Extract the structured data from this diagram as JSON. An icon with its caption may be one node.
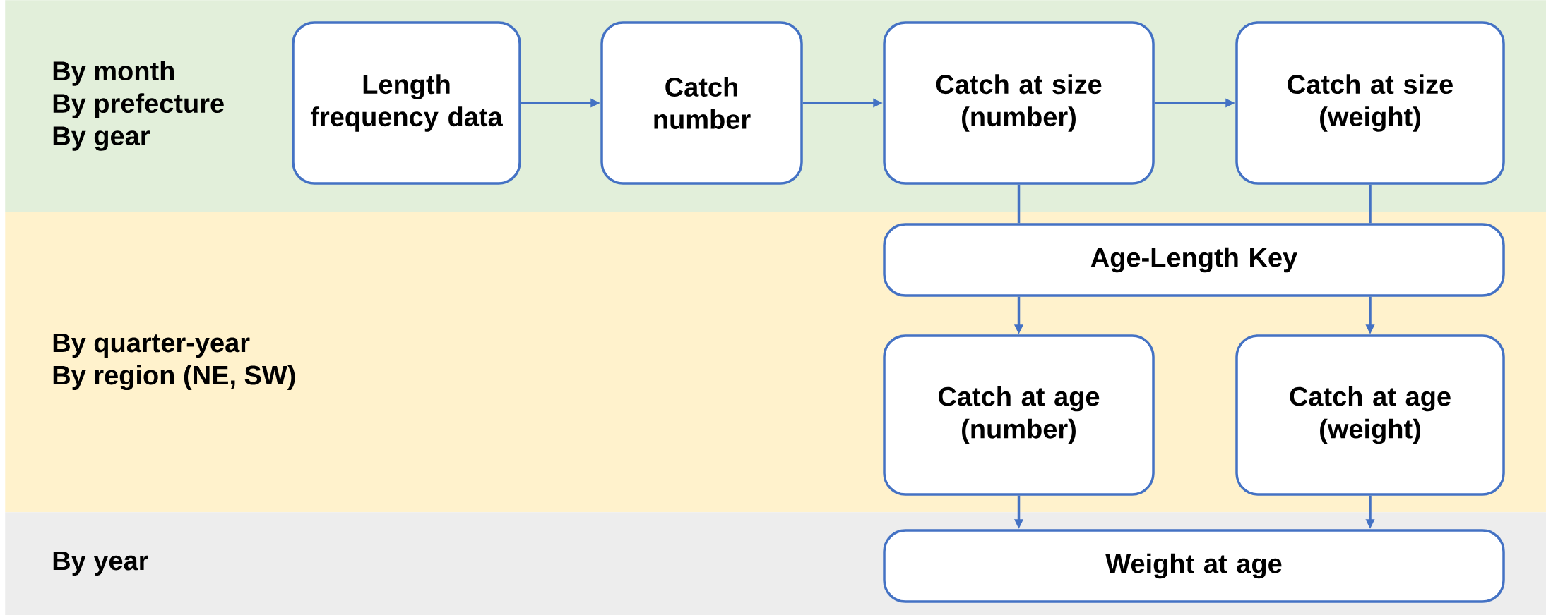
{
  "diagram": {
    "nodes": [
      {
        "text": [
          "By month",
          "By prefecture",
          "By gear"
        ]
      },
      {
        "text": [
          "Length frequency data"
        ],
        "in": 0
      },
      {
        "text": [
          "Catch number"
        ],
        "in": 0
      },
      {
        "text": [
          "Catch at size (number)"
        ],
        "in": 0
      },
      {
        "text": [
          "Catch at size (weight)"
        ],
        "in": 0
      },
      {
        "text": [
          "By quarter-year",
          "By region (NE, SW)"
        ]
      },
      {
        "text": [
          "Age-Length Key"
        ],
        "in": 5
      },
      {
        "text": [
          "Catch at age (number)"
        ],
        "in": 5
      },
      {
        "text": [
          "Catch at age (weight)"
        ],
        "in": 5
      },
      {
        "text": [
          "By year"
        ]
      },
      {
        "text": [
          "Weight at age"
        ],
        "in": 9
      }
    ],
    "edges": [
      {
        "from": 1,
        "to": 2,
        "arrow": "to"
      },
      {
        "from": 2,
        "to": 3,
        "arrow": "to"
      },
      {
        "from": 3,
        "to": 4,
        "arrow": "to"
      },
      {
        "from": 3,
        "to": 6,
        "arrow": "none"
      },
      {
        "from": 4,
        "to": 6,
        "arrow": "none"
      },
      {
        "from": 6,
        "to": 7,
        "arrow": "to"
      },
      {
        "from": 6,
        "to": 8,
        "arrow": "to"
      },
      {
        "from": 7,
        "to": 10,
        "arrow": "to"
      },
      {
        "from": 8,
        "to": 10,
        "arrow": "to"
      }
    ]
  }
}
